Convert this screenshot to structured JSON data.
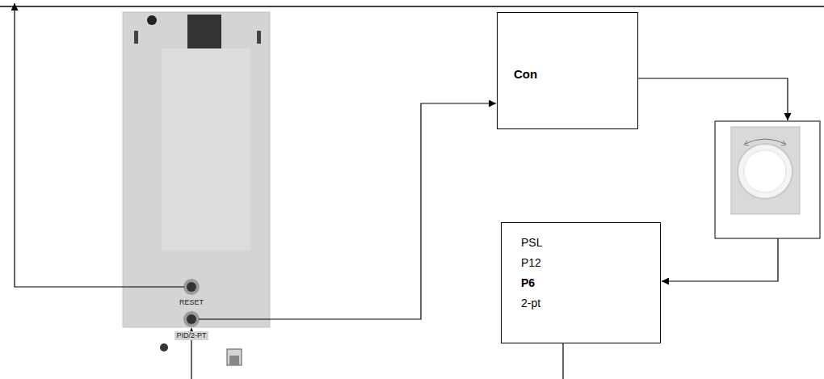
{
  "diagram": {
    "nodes": [
      {
        "text": [
          "Con"
        ]
      },
      {
        "text": [
          "PSL",
          "P12",
          "P6",
          "2-pt"
        ]
      }
    ],
    "labels": [
      "RESET",
      "PID/2-PT"
    ]
  }
}
